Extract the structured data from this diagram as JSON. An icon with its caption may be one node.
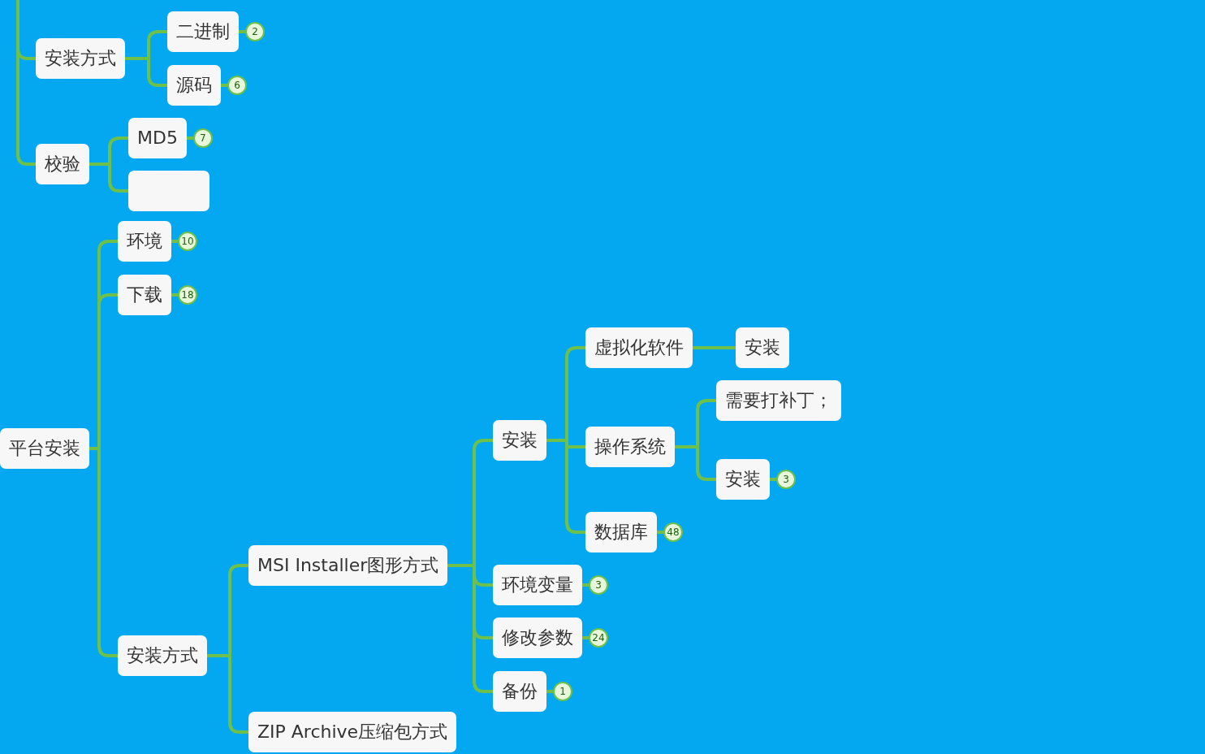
{
  "diagram": {
    "nodes": [
      {
        "text": [
          "安装方式"
        ]
      },
      {
        "text": [
          "二进制"
        ],
        "beside": [
          "2"
        ]
      },
      {
        "text": [
          "源码"
        ],
        "beside": [
          "6"
        ]
      },
      {
        "text": [
          "校验"
        ]
      },
      {
        "text": [
          "MD5"
        ],
        "beside": [
          "7"
        ]
      },
      {
        "text": [],
        "shape": "box"
      },
      {
        "text": [
          "平台安装"
        ]
      },
      {
        "text": [
          "环境"
        ],
        "beside": [
          "10"
        ]
      },
      {
        "text": [
          "下载"
        ],
        "beside": [
          "18"
        ]
      },
      {
        "text": [
          "安装方式"
        ]
      },
      {
        "text": [
          "MSI Installer图形方式"
        ]
      },
      {
        "text": [
          "安装"
        ]
      },
      {
        "text": [
          "虚拟化软件"
        ]
      },
      {
        "text": [
          "安装"
        ]
      },
      {
        "text": [
          "操作系统"
        ]
      },
      {
        "text": [
          "需要打补丁；"
        ]
      },
      {
        "text": [
          "安装"
        ],
        "beside": [
          "3"
        ]
      },
      {
        "text": [
          "数据库"
        ],
        "beside": [
          "48"
        ]
      },
      {
        "text": [
          "环境变量"
        ],
        "beside": [
          "3"
        ]
      },
      {
        "text": [
          "修改参数"
        ],
        "beside": [
          "24"
        ]
      },
      {
        "text": [
          "备份"
        ],
        "beside": [
          "1"
        ]
      },
      {
        "text": [
          "ZIP Archive压缩包方式"
        ]
      }
    ],
    "edges": [
      {
        "from": null,
        "to": 0,
        "arrow": "none"
      },
      {
        "from": null,
        "to": 3,
        "arrow": "none"
      },
      {
        "from": 0,
        "to": 1,
        "arrow": "none"
      },
      {
        "from": 0,
        "to": 2,
        "arrow": "none"
      },
      {
        "from": 3,
        "to": 4,
        "arrow": "none"
      },
      {
        "from": 3,
        "to": 5,
        "arrow": "none"
      },
      {
        "from": 6,
        "to": 7,
        "arrow": "none"
      },
      {
        "from": 6,
        "to": 8,
        "arrow": "none"
      },
      {
        "from": 6,
        "to": 9,
        "arrow": "none"
      },
      {
        "from": 9,
        "to": 10,
        "arrow": "none"
      },
      {
        "from": 9,
        "to": 21,
        "arrow": "none"
      },
      {
        "from": 10,
        "to": 11,
        "arrow": "none"
      },
      {
        "from": 10,
        "to": 18,
        "arrow": "none"
      },
      {
        "from": 10,
        "to": 19,
        "arrow": "none"
      },
      {
        "from": 10,
        "to": 20,
        "arrow": "none"
      },
      {
        "from": 11,
        "to": 12,
        "arrow": "none"
      },
      {
        "from": 11,
        "to": 14,
        "arrow": "none"
      },
      {
        "from": 11,
        "to": 17,
        "arrow": "none"
      },
      {
        "from": 12,
        "to": 13,
        "arrow": "none"
      },
      {
        "from": 14,
        "to": 15,
        "arrow": "none"
      },
      {
        "from": 14,
        "to": 16,
        "arrow": "none"
      }
    ]
  }
}
